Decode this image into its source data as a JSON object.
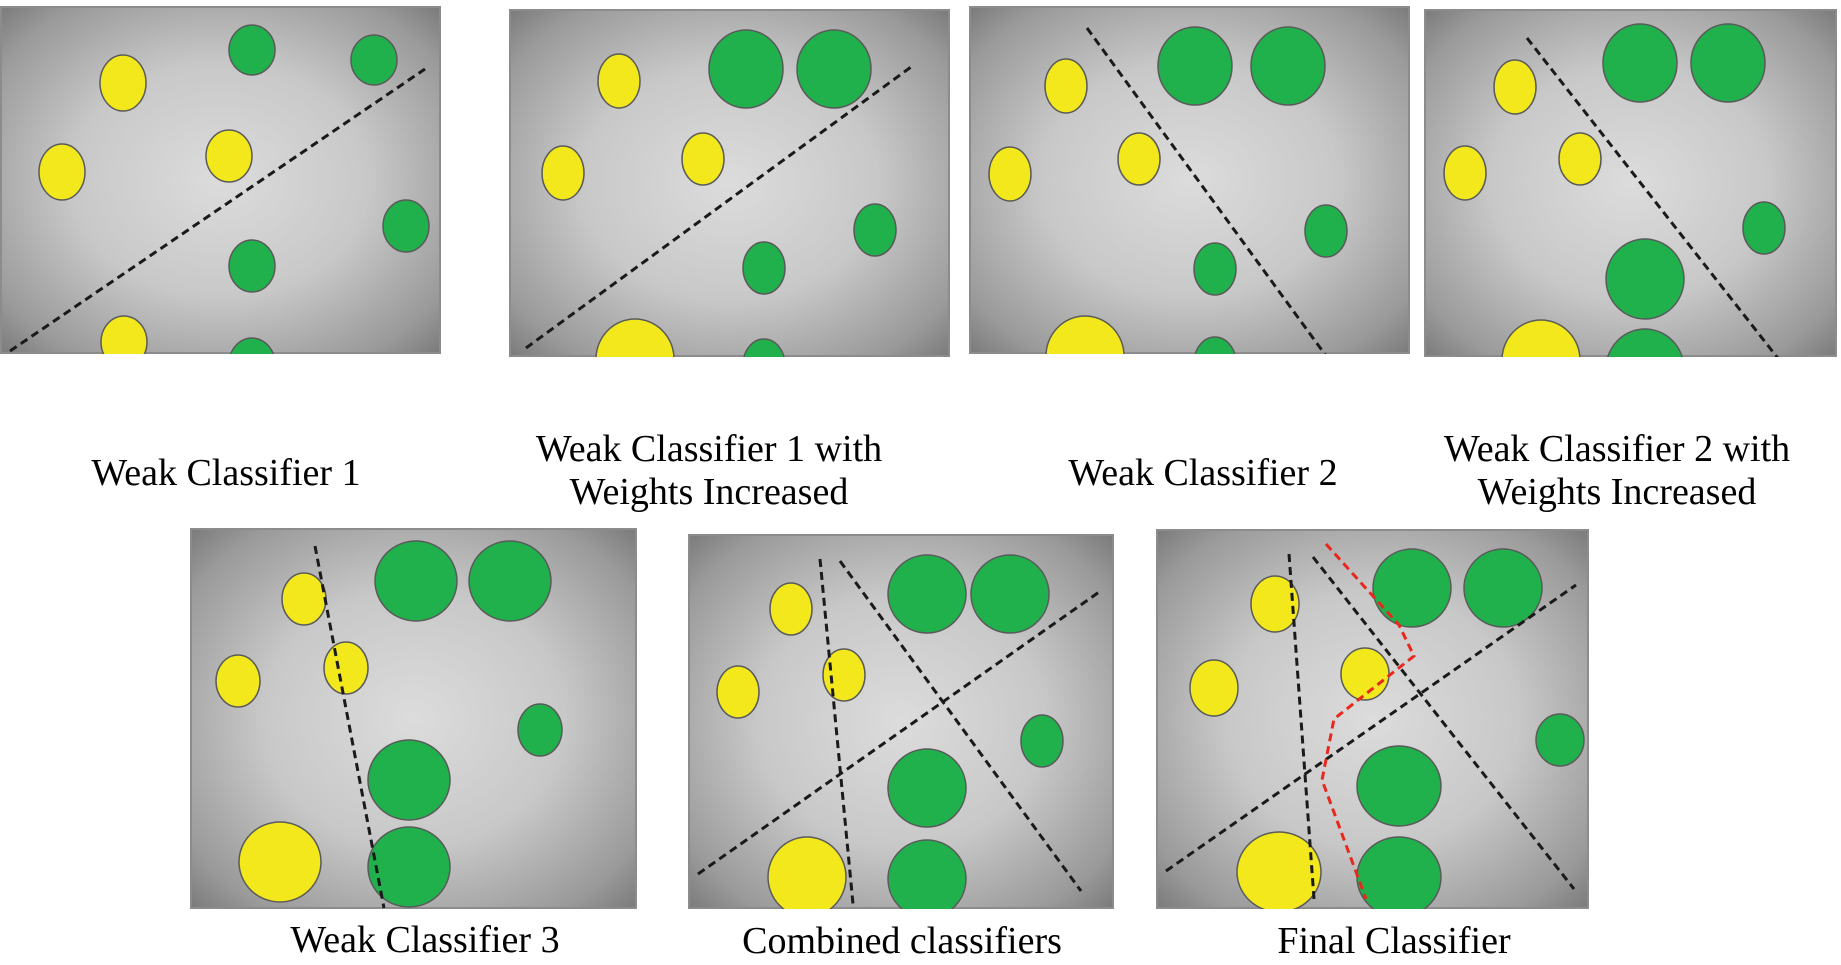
{
  "colors": {
    "positive": "#f2e81c",
    "negative": "#20b04c",
    "boundary": "#1a1a1a",
    "final_boundary": "#e8281e"
  },
  "panels": [
    {
      "caption_lines": [
        "Weak Classifier 1"
      ]
    },
    {
      "caption_lines": [
        "Weak Classifier 1 with",
        "Weights Increased"
      ]
    },
    {
      "caption_lines": [
        "Weak Classifier 2"
      ]
    },
    {
      "caption_lines": [
        "Weak Classifier 2 with",
        "Weights Increased"
      ]
    },
    {
      "caption_lines": [
        "Weak Classifier 3"
      ]
    },
    {
      "caption_lines": [
        "Combined classifiers"
      ]
    },
    {
      "caption_lines": [
        "Final Classifier"
      ]
    }
  ]
}
